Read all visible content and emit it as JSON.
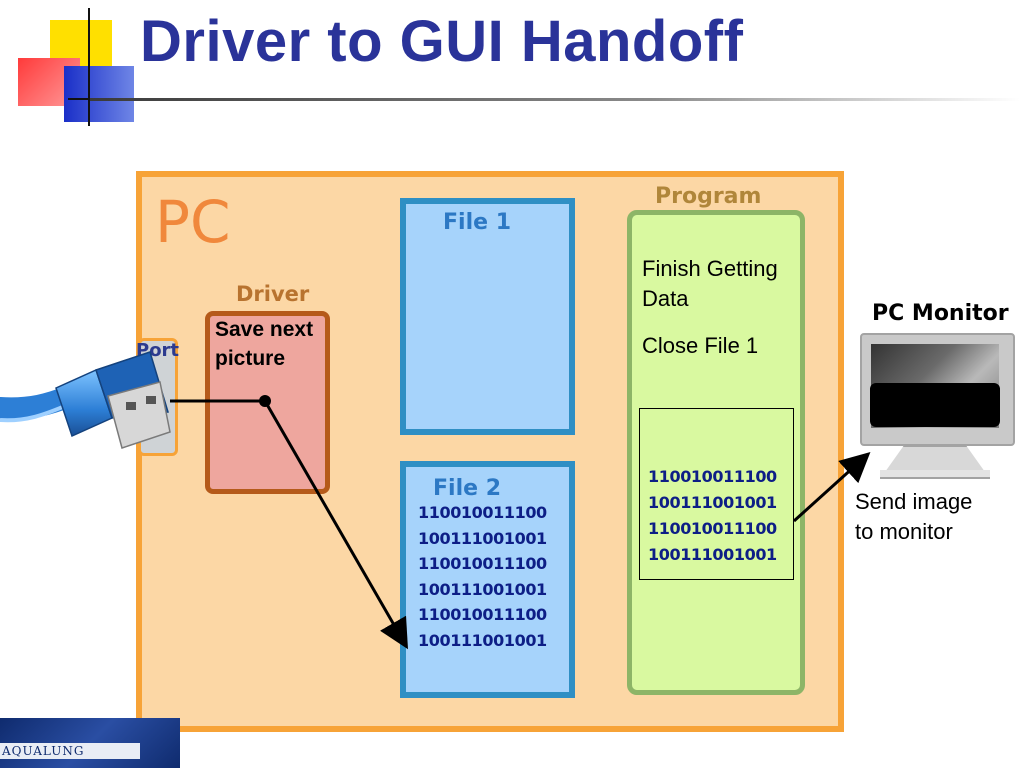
{
  "title": "Driver to GUI Handoff",
  "diagram": {
    "pc_label": "PC",
    "port_label": "Port",
    "driver": {
      "label": "Driver",
      "text_lines": [
        "Save next",
        "picture"
      ]
    },
    "file1": {
      "label": "File 1"
    },
    "file2": {
      "label": "File 2",
      "binary_lines": [
        "110010011100",
        "100111001001",
        "110010011100",
        "100111001001",
        "110010011100",
        "100111001001"
      ]
    },
    "program": {
      "label": "Program",
      "step1_lines": [
        "Finish Getting",
        "Data"
      ],
      "step2": "Close File 1",
      "binary_lines": [
        "110010011100",
        "100111001001",
        "110010011100",
        "100111001001"
      ]
    },
    "monitor": {
      "label": "PC Monitor",
      "send_lines": [
        "Send image",
        "to monitor"
      ]
    }
  },
  "logo": {
    "text": "AQUALUNG"
  },
  "colors": {
    "title": "#2a3399",
    "pc_fill": "#fcd7a5",
    "pc_border": "#f7a337",
    "driver_fill": "#eea69e",
    "file_fill": "#a6d3fb",
    "program_fill": "#d9f9a0",
    "binary_text": "#0d1e86"
  }
}
